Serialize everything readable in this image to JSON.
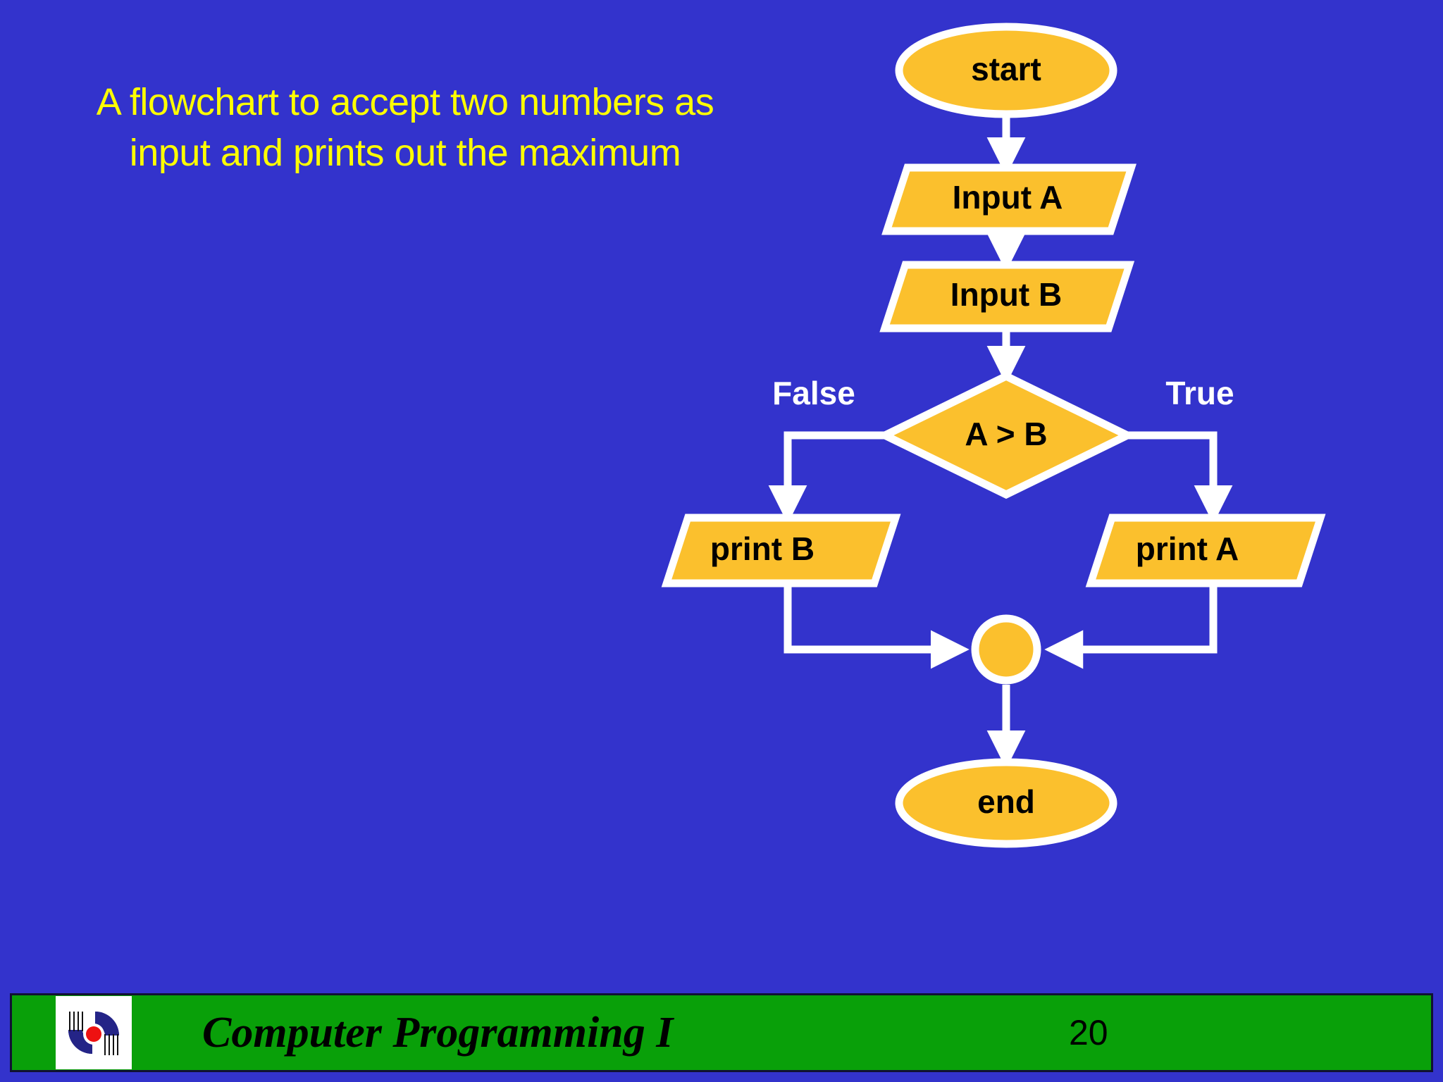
{
  "slide": {
    "background_color": "#3333CC",
    "title_color": "#FFFF00",
    "shape_fill_color": "#FBC02D",
    "shape_border_color": "#FFFFFF",
    "connector_color": "#FFFFFF",
    "footer_bar_color": "#09A009"
  },
  "title": {
    "line1": "A flowchart to accept two numbers as",
    "line2": "input and prints out the maximum"
  },
  "flowchart": {
    "nodes": [
      {
        "id": "start",
        "shape": "ellipse",
        "label": "start"
      },
      {
        "id": "input-a",
        "shape": "parallelogram",
        "label": "Input A"
      },
      {
        "id": "input-b",
        "shape": "parallelogram",
        "label": "Input B"
      },
      {
        "id": "decision",
        "shape": "diamond",
        "label": "A > B"
      },
      {
        "id": "print-b",
        "shape": "parallelogram",
        "label": "print B"
      },
      {
        "id": "print-a",
        "shape": "parallelogram",
        "label": "print A"
      },
      {
        "id": "merge",
        "shape": "circle",
        "label": ""
      },
      {
        "id": "end",
        "shape": "ellipse",
        "label": "end"
      }
    ],
    "branch_labels": {
      "false": "False",
      "true": "True"
    },
    "edges": [
      {
        "from": "start",
        "to": "input-a",
        "label": ""
      },
      {
        "from": "input-a",
        "to": "input-b",
        "label": ""
      },
      {
        "from": "input-b",
        "to": "decision",
        "label": ""
      },
      {
        "from": "decision",
        "to": "print-b",
        "label": "False"
      },
      {
        "from": "decision",
        "to": "print-a",
        "label": "True"
      },
      {
        "from": "print-b",
        "to": "merge",
        "label": ""
      },
      {
        "from": "print-a",
        "to": "merge",
        "label": ""
      },
      {
        "from": "merge",
        "to": "end",
        "label": ""
      }
    ]
  },
  "footer": {
    "course_title": "Computer Programming I",
    "page_number": "20",
    "logo_name": "korea-university-emblem"
  }
}
